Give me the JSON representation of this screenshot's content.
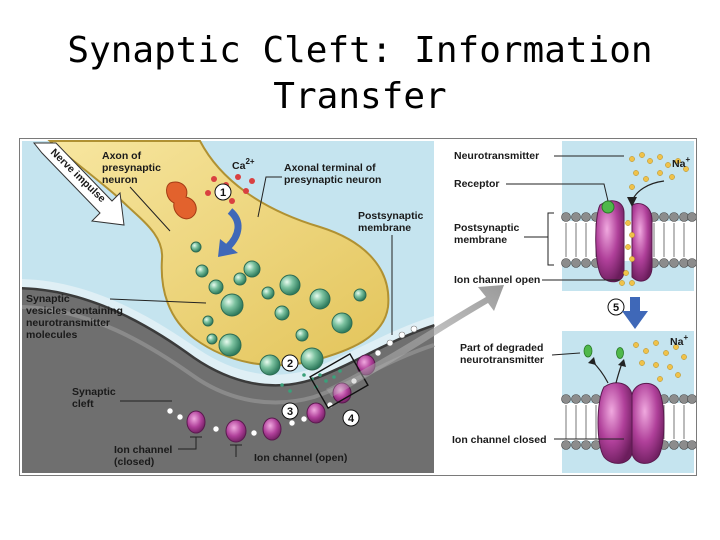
{
  "title": {
    "line1": "Synaptic Cleft: Information",
    "line2": "Transfer"
  },
  "diagram": {
    "labels": {
      "nerve_impulse": "Nerve impulse",
      "axon_1": "Axon of",
      "axon_2": "presynaptic",
      "axon_3": "neuron",
      "calcium": "Ca",
      "calcium_sup": "2+",
      "terminal_1": "Axonal terminal of",
      "terminal_2": "presynaptic neuron",
      "postsyn_1": "Postsynaptic",
      "postsyn_2": "membrane",
      "vesicles_1": "Synaptic",
      "vesicles_2": "vesicles containing",
      "vesicles_3": "neurotransmitter",
      "vesicles_4": "molecules",
      "cleft_1": "Synaptic",
      "cleft_2": "cleft",
      "ion_closed_1": "Ion channel",
      "ion_closed_2": "(closed)",
      "ion_open": "Ion channel (open)",
      "neurotransmitter": "Neurotransmitter",
      "receptor": "Receptor",
      "postsyn_r1": "Postsynaptic",
      "postsyn_r2": "membrane",
      "ion_channel_open": "Ion channel open",
      "degraded_1": "Part of degraded",
      "degraded_2": "neurotransmitter",
      "ion_channel_closed": "Ion channel closed",
      "na_top": "Na",
      "na_top_sup": "+",
      "na_bottom": "Na",
      "na_bottom_sup": "+"
    },
    "steps": {
      "s1": "1",
      "s2": "2",
      "s3": "3",
      "s4": "4",
      "s5": "5"
    },
    "colors": {
      "background_blue": "#c5e4ef",
      "axon": "#f0d77a",
      "postsynaptic_gray": "#6f6f6f",
      "channel_magenta": "#b0409a",
      "vesicle_green": "#5fa88a",
      "arrow_blue": "#3f68b8"
    }
  }
}
